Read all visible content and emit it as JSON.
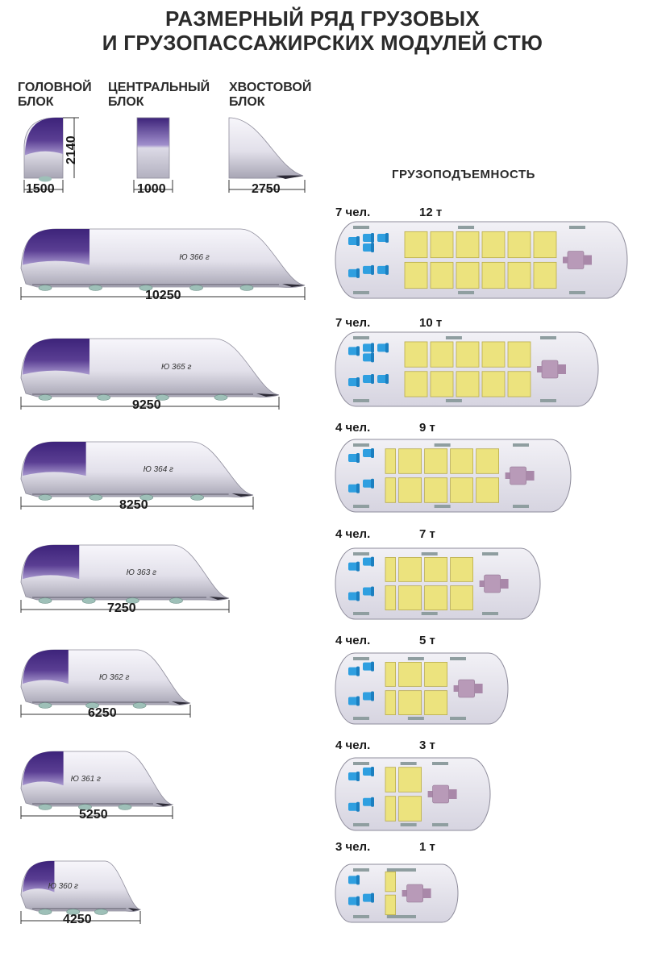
{
  "title": {
    "line1": "РАЗМЕРНЫЙ РЯД ГРУЗОВЫХ",
    "line2": "И ГРУЗОПАССАЖИРСКИХ МОДУЛЕЙ СТЮ"
  },
  "blocks": {
    "head": {
      "label1": "ГОЛОВНОЙ",
      "label2": "БЛОК",
      "length": "1500",
      "height": "2140"
    },
    "center": {
      "label1": "ЦЕНТРАЛЬНЫЙ",
      "label2": "БЛОК",
      "length": "1000"
    },
    "tail": {
      "label1": "ХВОСТОВОЙ",
      "label2": "БЛОК",
      "length": "2750"
    }
  },
  "capacity_title": "ГРУЗОПОДЪЕМНОСТЬ",
  "modules": [
    {
      "model": "Ю 366 г",
      "length": "10250",
      "people": "7 чел.",
      "cargo": "12 т",
      "pallet_cols": 6,
      "seats": 7
    },
    {
      "model": "Ю 365 г",
      "length": "9250",
      "people": "7 чел.",
      "cargo": "10 т",
      "pallet_cols": 5,
      "seats": 7
    },
    {
      "model": "Ю 364 г",
      "length": "8250",
      "people": "4 чел.",
      "cargo": "9 т",
      "pallet_cols": 4.5,
      "seats": 4
    },
    {
      "model": "Ю 363 г",
      "length": "7250",
      "people": "4 чел.",
      "cargo": "7 т",
      "pallet_cols": 3.5,
      "seats": 4
    },
    {
      "model": "Ю 362 г",
      "length": "6250",
      "people": "4 чел.",
      "cargo": "5 т",
      "pallet_cols": 2.5,
      "seats": 4
    },
    {
      "model": "Ю 361 г",
      "length": "5250",
      "people": "4 чел.",
      "cargo": "3 т",
      "pallet_cols": 1.5,
      "seats": 4
    },
    {
      "model": "Ю 360 г",
      "length": "4250",
      "people": "3 чел.",
      "cargo": "1 т",
      "pallet_cols": 0.5,
      "seats": 3
    }
  ],
  "colors": {
    "body": "#e4e2ec",
    "body_shade": "#a9a7b6",
    "cab": "#4b2d86",
    "cab_light": "#9a86c4",
    "pallet": "#ece37e",
    "pallet_stroke": "#b9ac4c",
    "seat": "#2f9fe0",
    "engine": "#b89ab8",
    "dim_line": "#333333"
  }
}
